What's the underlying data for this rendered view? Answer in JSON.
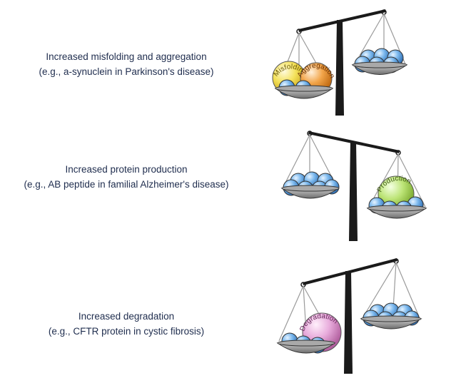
{
  "panels": [
    {
      "title": "Increased misfolding and aggregation",
      "example": "(e.g., a-synuclein in Parkinson's disease)",
      "labels": [
        "Misfolding",
        "Aggregation"
      ]
    },
    {
      "title": "Increased protein production",
      "example": "(e.g., AB peptide in familial Alzheimer's disease)",
      "labels": [
        "Production"
      ]
    },
    {
      "title": "Increased degradation",
      "example": "(e.g., CFTR protein in cystic fibrosis)",
      "labels": [
        "Degradation"
      ]
    }
  ],
  "colors": {
    "caption": "#1f2d4e",
    "scale": "#1a1a1a",
    "string": "#9a9a9a",
    "pan": "#8f8f8f",
    "blue_ball": "#5aa3e0",
    "misfolding": "#f2dc52",
    "aggregation": "#f0a040",
    "production": "#b9e070",
    "degradation": "#e7a9dc"
  }
}
